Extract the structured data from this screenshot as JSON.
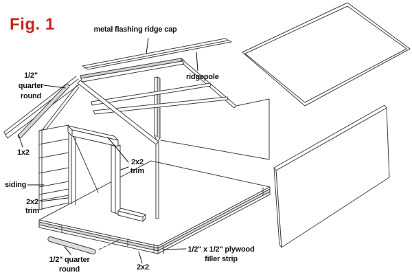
{
  "figure": {
    "title": "Fig. 1"
  },
  "colors": {
    "title_red": "#cc201a",
    "line": "#3d3d3d",
    "leader": "#111111",
    "shade_gray": "#cfcfcf",
    "light_gray": "#dcdcdc",
    "background": "#ffffff"
  },
  "labels": {
    "ridge_cap": "metal flashing ridge cap",
    "quarter_round_top": "1/2\"\nquarter\nround",
    "ridgepole": "ridgepole",
    "one_by_two": "1x2",
    "siding": "siding",
    "trim_left": "2x2\ntrim",
    "trim_door": "2x2\ntrim",
    "quarter_round_bottom": "1/2\" quarter\nround",
    "floor_frame": "2x2",
    "filler_strip": "1/2\" x 1/2\" plywood\nfiller strip"
  }
}
